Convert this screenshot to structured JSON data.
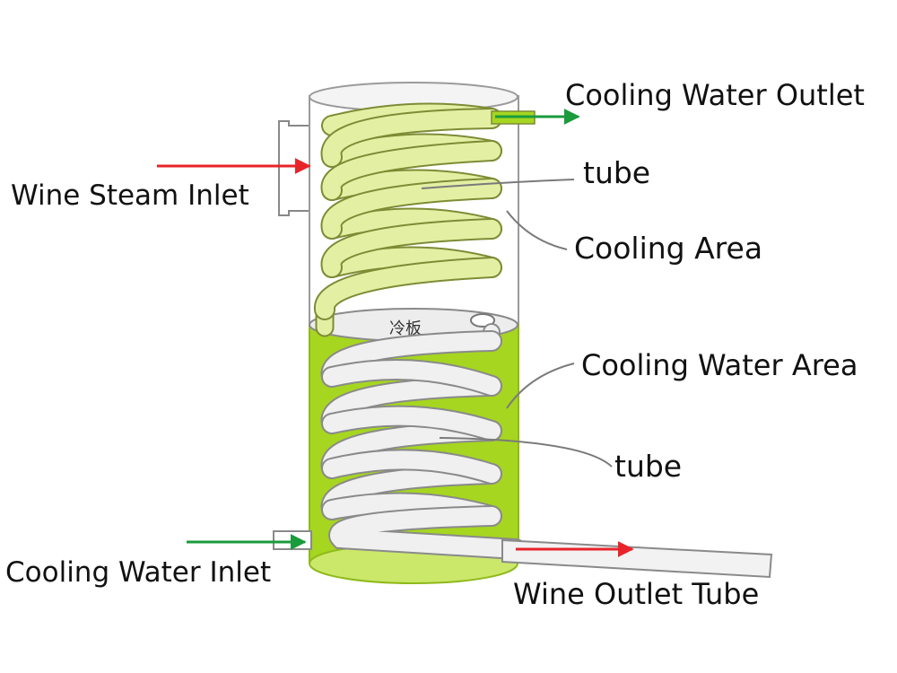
{
  "labels": {
    "cooling_water_outlet": "Cooling Water Outlet",
    "tube_upper": "tube",
    "wine_steam_inlet": "Wine Steam Inlet",
    "cooling_area": "Cooling Area",
    "cooling_water_area": "Cooling Water Area",
    "tube_lower": "tube",
    "cooling_water_inlet": "Cooling Water Inlet",
    "wine_outlet_tube": "Wine Outlet Tube",
    "plate_text": "冷板"
  },
  "colors": {
    "coil_upper": "#e3f0a4",
    "coil_lower": "#f0f0f0",
    "water": "#a6d620",
    "arrow_red": "#e8242a",
    "arrow_green": "#1a9b3c"
  }
}
